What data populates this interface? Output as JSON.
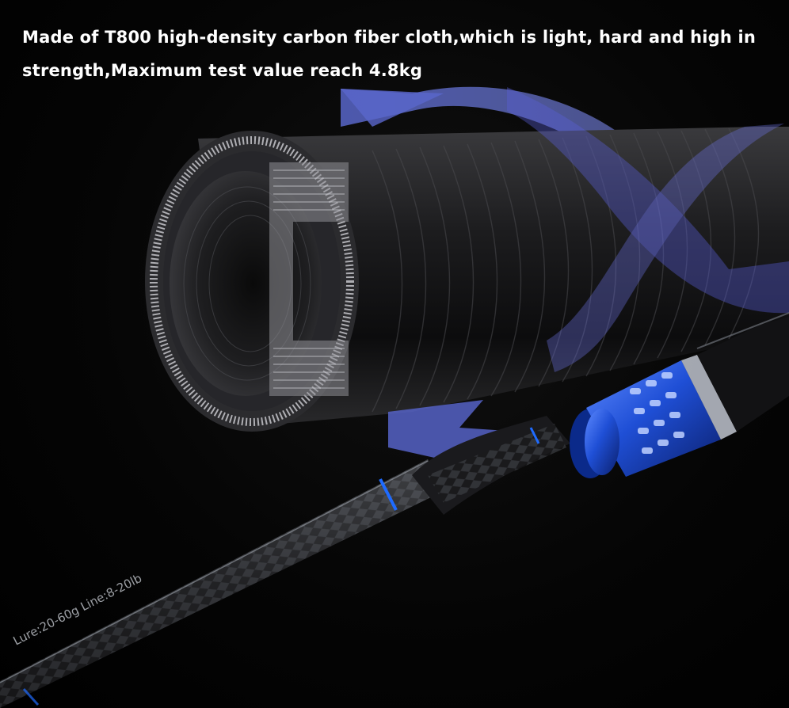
{
  "headline": {
    "line1": "Made of T800 high-density carbon fiber cloth,which is light, hard and high in",
    "line2": "strength,Maximum test value reach 4.8kg"
  },
  "rod_print": "Lure:20-60g Line:8-20lb",
  "colors": {
    "background": "#000000",
    "text": "#ffffff",
    "accent_blue": "#1f4fd6",
    "arrow_blue": "#4f5fc8",
    "carbon_dark": "#1b1b1d"
  }
}
